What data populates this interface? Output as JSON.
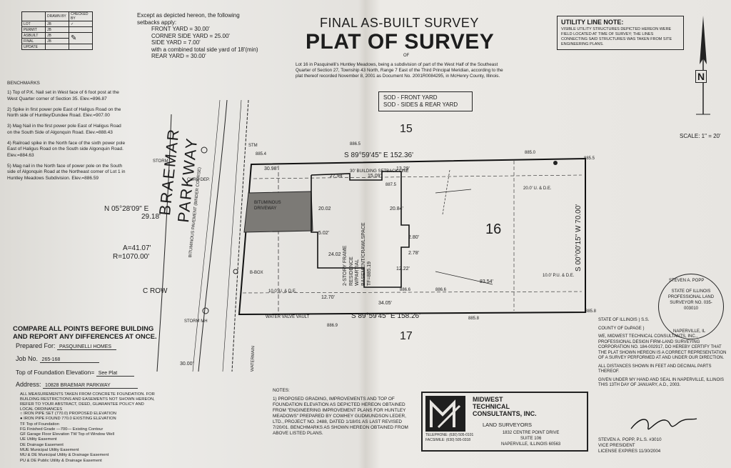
{
  "drawn_table": {
    "headers": [
      "",
      "DRAWN BY",
      "CHECKED BY"
    ],
    "rows": [
      {
        "label": "LOT",
        "drawn": "JB",
        "checked": ""
      },
      {
        "label": "PERMIT",
        "drawn": "JB",
        "checked": ""
      },
      {
        "label": "ASBUILT",
        "drawn": "JB",
        "checked": ""
      },
      {
        "label": "FINAL",
        "drawn": "JB",
        "checked": ""
      },
      {
        "label": "UPDATE",
        "drawn": "",
        "checked": ""
      }
    ]
  },
  "setbacks": {
    "intro": "Except as depicted hereon, the following setbacks apply:",
    "front": "FRONT YARD = 30.00'",
    "corner": "CORNER SIDE YARD = 25.00'",
    "side": "SIDE YARD = 7.00'",
    "combined": "with a combined total side yard of 18'(min)",
    "rear": "REAR YARD = 30.00'"
  },
  "title": {
    "line1": "FINAL AS-BUILT SURVEY",
    "line2": "PLAT OF SURVEY",
    "of": "OF",
    "description": "Lot 16 in Pasquinelli's Huntley Meadows, being a subdivision of part of the West Half of the Southeast Quarter of Section 27, Township 43 North, Range 7 East of the Third Principal Meridian, according to the plat thereof recorded November 8, 2001 as Document No. 2001R0084295, in McHenry County, Illinois."
  },
  "sod": {
    "line1": "SOD - FRONT YARD",
    "line2": "SOD - SIDES & REAR YARD"
  },
  "utility_note": {
    "title": "UTILITY LINE NOTE:",
    "body": "VISIBLE UTILITY STRUCTURES DEPICTED HEREON WERE FIELD LOCATED AT TIME OF SURVEY; THE LINES CONNECTING SAID STRUCTURES WAS TAKEN FROM SITE ENGINEERING PLANS."
  },
  "scale": "SCALE: 1\" = 20'",
  "north_letter": "N",
  "benchmarks": {
    "title": "BENCHMARKS",
    "items": [
      "1) Top of P.K. Nail set in West face of 6 foot post at the West Quarter corner of Section 35. Elev.=896.87",
      "2) Spike in first power pole East of Haligus Road on the North side of Huntley/Dundee Road. Elev.=907.00",
      "3) Mag Nail in the first power pole East of Haligus Road on the South Side of Algonquin Road. Elev.=888.43",
      "4) Railroad spike in the North face of the sixth power pole East of Haligus Road on the South side Algonquin Road. Elev.=884.63",
      "5) Mag nail in the North face of power pole on the South side of Algonquin Road at the Northeast corner of Lot 1 in Huntley Meadows Subdivision. Elev.=886.59"
    ]
  },
  "curve": {
    "bearing": "N 05°28'09\" E",
    "distance": "29.18'",
    "arc": "A=41.07'",
    "radius": "R=1070.00'"
  },
  "street": {
    "name1": "BRAEMAR",
    "name2": "PARKWAY",
    "pavement": "BITUMINOUS PAVEMENT (BINDER COURSE)",
    "row": "C ROW"
  },
  "plat": {
    "north_line": "S 89°59'45\" E    152.36'",
    "south_line": "S 89°59'45\" E    158.26'",
    "east_line": "S 00°00'15\" W    70.00'",
    "lot_number": "16",
    "lot_north": "15",
    "lot_south": "17",
    "residence": "2-STORY FRAME RESIDENCE W/PARTIAL BASEMENT/CRAWLSPACE TF=885.19",
    "driveway": "BITUMINOUS DRIVEWAY",
    "dims": [
      "30.98'",
      "27.94'",
      "24.02",
      "34.05'",
      "83.54'",
      "20.84'",
      "15.09'",
      "20.02",
      "5.02'",
      "2.80'",
      "2.78'",
      "12.22'",
      "12.70'",
      "13.29'",
      "10.0' U. & D.E.",
      "20.0' U. & D.E.",
      "10.0' P.U. & D.E."
    ],
    "elevs": [
      "885.4",
      "886.5",
      "885.5",
      "886.6",
      "885.8",
      "885.0",
      "887.5",
      "886.9",
      "885.8",
      "886.6"
    ],
    "labels": [
      "STORM",
      "STORM MH",
      "WATER VALVE VAULT",
      "CURB DEP.",
      "WATERMAIN",
      "STM",
      "B-BOX",
      "30' BUILDING SETBACK LINE",
      "30.00'"
    ],
    "stamp_top": "STEVEN A. POPP",
    "stamp_mid": "STATE OF ILLINOIS PROFESSIONAL LAND SURVEYOR NO. 035-003010",
    "stamp_bottom": "NAPERVILLE, IL"
  },
  "compare": "COMPARE ALL POINTS BEFORE BUILDING AND REPORT ANY DIFFERENCES AT ONCE.",
  "prepared_for": {
    "label": "Prepared For:",
    "value": "PASQUINELLI HOMES"
  },
  "job_no": {
    "label": "Job No.",
    "value": "265-168"
  },
  "foundation": {
    "label": "Top of Foundation Elevation=",
    "value": "See Plat"
  },
  "address": {
    "label": "Address:",
    "value": "10828 BRAEMAR PARKWAY"
  },
  "measurements_note": "ALL MEASUREMENTS TAKEN FROM CONCRETE FOUNDATION. FOR BUILDING RESTRICTIONS AND EASEMENTS NOT SHOWN HEREON, REFER TO YOUR ABSTRACT, DEED, GUARANTEE POLICY AND LOCAL ORDINANCES",
  "legend": [
    "○ IRON PIPE SET        (770.0) PROPOSED ELEVATION",
    "● IRON PIPE FOUND      770.0  EXISTING ELEVATION",
    "TF  Top of Foundation",
    "FG  Finished Grade        —700— Existing Contour",
    "GF  Garage Floor Elevation    TW  Top of Window Well",
    "UE  Utility Easement",
    "DE  Drainage Easement",
    "MUE  Municipal Utility Easement",
    "MU & DE  Municipal Utility & Drainage Easement",
    "PU & DE  Public Utility & Drainage Easement"
  ],
  "notes": {
    "title": "NOTES:",
    "body": "1) PROPOSED GRADING, IMPROVEMENTS AND TOP OF FOUNDATION ELEVATION AS DEPICTED HEREON OBTAINED FROM \"ENGINEERING IMPROVEMENT PLANS FOR HUNTLEY MEADOWS\" PREPARED BY COWHEY GUDMUNDSON LEDER, LTD., PROJECT NO. 2488, DATED 1/18/01 AS LAST REVISED 7/20/01. BENCHMARKS AS SHOWN HEREON OBTAINED FROM ABOVE LISTED PLANS."
  },
  "company": {
    "name1": "MIDWEST",
    "name2": "TECHNICAL",
    "name3": "CONSULTANTS, INC.",
    "type": "LAND SURVEYORS",
    "addr1": "1832 CENTRE POINT DRIVE",
    "addr2": "SUITE 106",
    "addr3": "NAPERVILLE, ILLINOIS 60563",
    "phone": "TELEPHONE: (630) 505-0101",
    "fax": "FACSIMILE: (630) 505-0318"
  },
  "certificate": {
    "state": "STATE OF ILLINOIS",
    "ss": ") S.S.",
    "county": "COUNTY OF DuPAGE )",
    "para1": "WE, MIDWEST TECHNICAL CONSULTANTS, INC., PROFESSIONAL DESIGN FIRM-LAND SURVEYING CORPORATION NO. 184-002917, DO HEREBY CERTIFY THAT THE PLAT SHOWN HEREON IS A CORRECT REPRESENTATION OF A SURVEY PERFORMED AT AND UNDER OUR DIRECTION.",
    "para2": "ALL DISTANCES SHOWN IN FEET AND DECIMAL PARTS THEREOF.",
    "para3": "GIVEN UNDER MY HAND AND SEAL IN NAPERVILLE, ILLINOIS THIS 13TH DAY OF JANUARY, A.D., 2003.",
    "signer": "STEVEN A. POPP, P.L.S. #3010",
    "role": "VICE PRESIDENT",
    "license": "LICENSE EXPIRES 11/30/2004"
  }
}
